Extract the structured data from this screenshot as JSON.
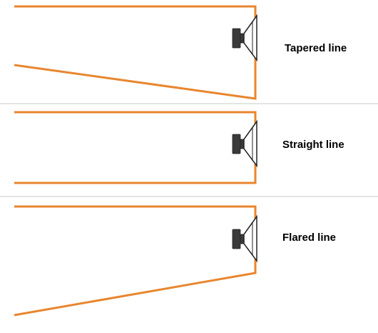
{
  "colors": {
    "enclosure_line": "#e8862e",
    "divider": "#c8c8c8",
    "speaker_magnet": "#3a3a3a",
    "speaker_cone_fill": "#ffffff",
    "speaker_stroke": "#222222",
    "label_text": "#000000"
  },
  "panels": [
    {
      "id": "tapered",
      "label": "Tapered line",
      "icon": "speaker-icon"
    },
    {
      "id": "straight",
      "label": "Straight line",
      "icon": "speaker-icon"
    },
    {
      "id": "flared",
      "label": "Flared line",
      "icon": "speaker-icon"
    }
  ]
}
